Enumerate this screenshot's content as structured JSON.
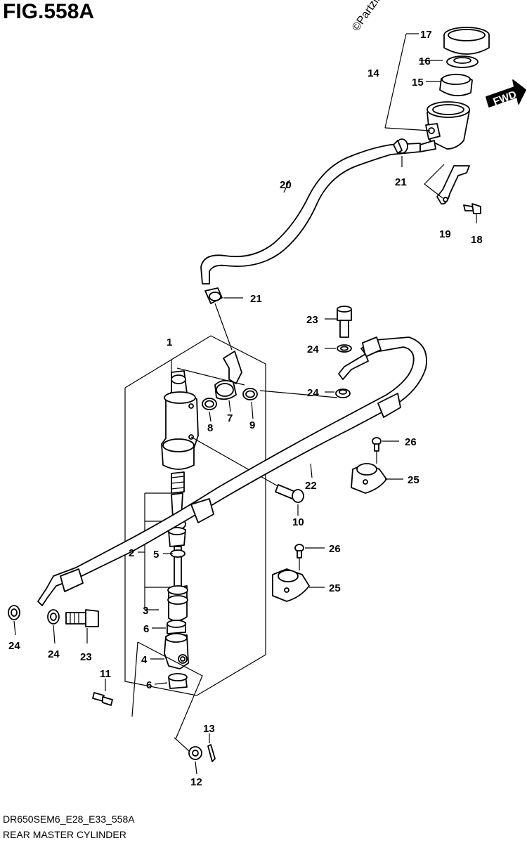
{
  "figure": {
    "title": "FIG.558A",
    "watermark": "©Partzilla",
    "code": "DR650SEM6_E28_E33_558A",
    "caption": "REAR MASTER CYLINDER"
  },
  "fwd_label": "FWD",
  "callouts": {
    "c1": "1",
    "c2": "2",
    "c3": "3",
    "c4": "4",
    "c5": "5",
    "c6a": "6",
    "c6b": "6",
    "c7": "7",
    "c8": "8",
    "c9": "9",
    "c10": "10",
    "c11": "11",
    "c12": "12",
    "c13": "13",
    "c14": "14",
    "c15": "15",
    "c16": "16",
    "c17": "17",
    "c18": "18",
    "c19": "19",
    "c20": "20",
    "c21a": "21",
    "c21b": "21",
    "c22": "22",
    "c23a": "23",
    "c23b": "23",
    "c24a": "24",
    "c24b": "24",
    "c24c": "24",
    "c24d": "24",
    "c25a": "25",
    "c25b": "25",
    "c26a": "26",
    "c26b": "26"
  }
}
